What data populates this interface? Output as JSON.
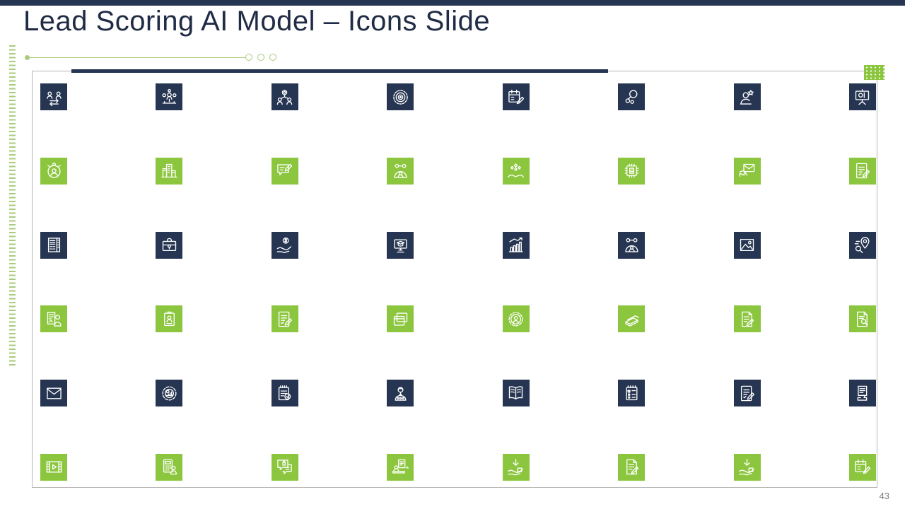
{
  "slide": {
    "title": "Lead Scoring AI Model – Icons Slide",
    "page_number": "43"
  },
  "colors": {
    "navy": "#263551",
    "green": "#8cc63f",
    "light_green": "#a9cb7e",
    "border_gray": "#b5b5b5",
    "title_color": "#202b45",
    "page_number_color": "#7c7c7c"
  },
  "icon_grid": {
    "rows": [
      {
        "tile_color": "navy",
        "icons": [
          {
            "name": "people-exchange",
            "glyph": "people-arrows"
          },
          {
            "name": "team-hierarchy",
            "glyph": "team-hierarchy"
          },
          {
            "name": "gear-people-network",
            "glyph": "gear-people"
          },
          {
            "name": "target-goal",
            "glyph": "target"
          },
          {
            "name": "calendar-edit",
            "glyph": "calendar-edit"
          },
          {
            "name": "search-optimization-gears",
            "glyph": "search-gears"
          },
          {
            "name": "top-performer-user-star",
            "glyph": "user-star"
          },
          {
            "name": "presentation-analysis",
            "glyph": "presentation"
          }
        ]
      },
      {
        "tile_color": "green",
        "icons": [
          {
            "name": "user-profile-settings",
            "glyph": "user-gear"
          },
          {
            "name": "company-buildings",
            "glyph": "buildings"
          },
          {
            "name": "message-edit",
            "glyph": "chat-edit"
          },
          {
            "name": "team-communication-gears",
            "glyph": "team-gears"
          },
          {
            "name": "hands-nurture-growth",
            "glyph": "hands-growth"
          },
          {
            "name": "ai-chip-document",
            "glyph": "chip-doc"
          },
          {
            "name": "email-campaign-megaphone",
            "glyph": "mail-megaphone"
          },
          {
            "name": "survey-form-edit",
            "glyph": "form-edit"
          }
        ]
      },
      {
        "tile_color": "navy",
        "icons": [
          {
            "name": "report-document-list",
            "glyph": "report"
          },
          {
            "name": "business-briefcase",
            "glyph": "briefcase"
          },
          {
            "name": "money-in-hand",
            "glyph": "money-hand"
          },
          {
            "name": "elearning-monitor",
            "glyph": "monitor-cap"
          },
          {
            "name": "growth-bar-chart",
            "glyph": "bar-chart"
          },
          {
            "name": "team-with-gears",
            "glyph": "team-gears"
          },
          {
            "name": "image-picture",
            "glyph": "image"
          },
          {
            "name": "location-pin-search",
            "glyph": "pin-search"
          }
        ]
      },
      {
        "tile_color": "green",
        "icons": [
          {
            "name": "customer-profile-report",
            "glyph": "user-report"
          },
          {
            "name": "id-badge-card",
            "glyph": "id-card"
          },
          {
            "name": "checklist-edit",
            "glyph": "form-edit"
          },
          {
            "name": "stacked-folders",
            "glyph": "folders"
          },
          {
            "name": "gear-user-settings",
            "glyph": "gear-user"
          },
          {
            "name": "notebook-stack",
            "glyph": "books"
          },
          {
            "name": "document-edit",
            "glyph": "doc-edit"
          },
          {
            "name": "document-search",
            "glyph": "doc-search"
          }
        ]
      },
      {
        "tile_color": "navy",
        "icons": [
          {
            "name": "email-envelope",
            "glyph": "envelope"
          },
          {
            "name": "analytics-gear",
            "glyph": "gear-chart"
          },
          {
            "name": "notepad-approved-check",
            "glyph": "notepad-check"
          },
          {
            "name": "support-agent",
            "glyph": "agent"
          },
          {
            "name": "open-book",
            "glyph": "book-open"
          },
          {
            "name": "rating-checklist",
            "glyph": "checklist"
          },
          {
            "name": "survey-edit-pencil",
            "glyph": "form-edit"
          },
          {
            "name": "approved-document-stamp",
            "glyph": "doc-stamp"
          }
        ]
      },
      {
        "tile_color": "green",
        "icons": [
          {
            "name": "video-film-play",
            "glyph": "video"
          },
          {
            "name": "calculator-user",
            "glyph": "calc-user"
          },
          {
            "name": "shopping-chat-bubbles",
            "glyph": "chat-bag"
          },
          {
            "name": "online-certificate-laptop",
            "glyph": "laptop-doc"
          },
          {
            "name": "receive-in-hand",
            "glyph": "hand-down"
          },
          {
            "name": "write-document",
            "glyph": "doc-edit"
          },
          {
            "name": "receive-in-hand-2",
            "glyph": "hand-down"
          },
          {
            "name": "calendar-notes-edit",
            "glyph": "calendar-edit"
          }
        ]
      }
    ]
  }
}
